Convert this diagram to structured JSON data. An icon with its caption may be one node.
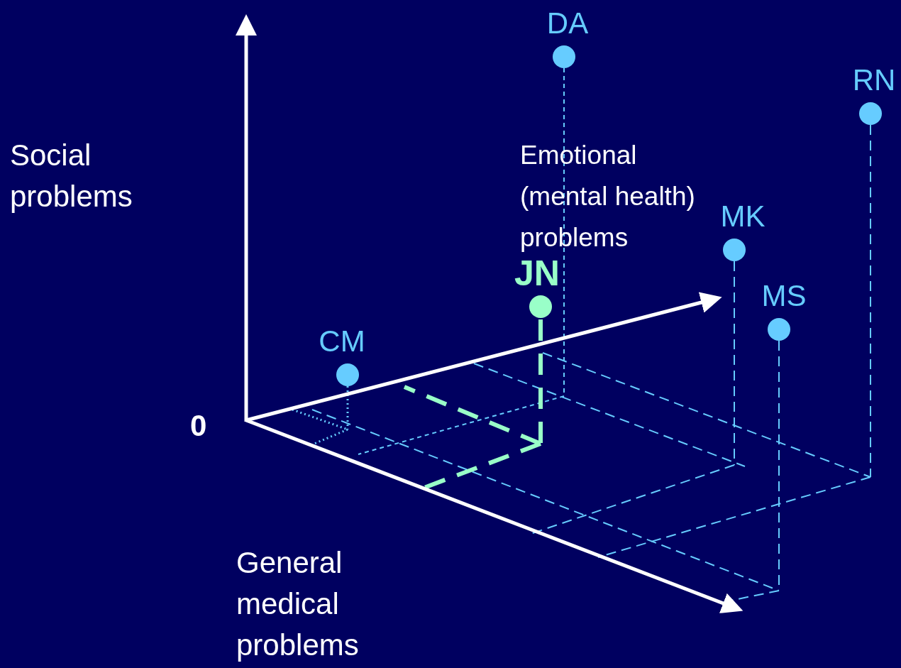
{
  "diagram": {
    "nodes": [
      {
        "text": [
          "DA"
        ]
      },
      {
        "text": [
          "RN"
        ]
      },
      {
        "text": [
          "MK"
        ]
      },
      {
        "text": [
          "JN"
        ]
      },
      {
        "text": [
          "MS"
        ]
      },
      {
        "text": [
          "CM"
        ]
      }
    ],
    "labels": [
      "Social problems",
      "Emotional (mental health) problems",
      "0",
      "General medical problems"
    ]
  }
}
